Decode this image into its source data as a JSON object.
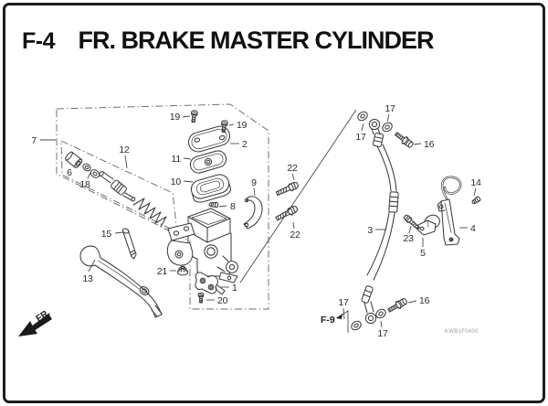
{
  "header": {
    "figure_code": "F-4",
    "title": "FR. BRAKE MASTER CYLINDER"
  },
  "footer": {
    "front_marker": "FR.",
    "watermark": "KWB1F0400"
  },
  "diagram": {
    "reference_label": "F-9",
    "callouts": {
      "c1": "1",
      "c2": "2",
      "c3": "3",
      "c4": "4",
      "c5": "5",
      "c6": "6",
      "c7": "7",
      "c8": "8",
      "c9": "9",
      "c10": "10",
      "c11": "11",
      "c12": "12",
      "c13": "13",
      "c14": "14",
      "c15": "15",
      "c16a": "16",
      "c16b": "16",
      "c17a": "17",
      "c17b": "17",
      "c17c": "17",
      "c17d": "17",
      "c18": "18",
      "c19a": "19",
      "c19b": "19",
      "c20": "20",
      "c21": "21",
      "c22a": "22",
      "c22b": "22",
      "c23": "23"
    }
  }
}
